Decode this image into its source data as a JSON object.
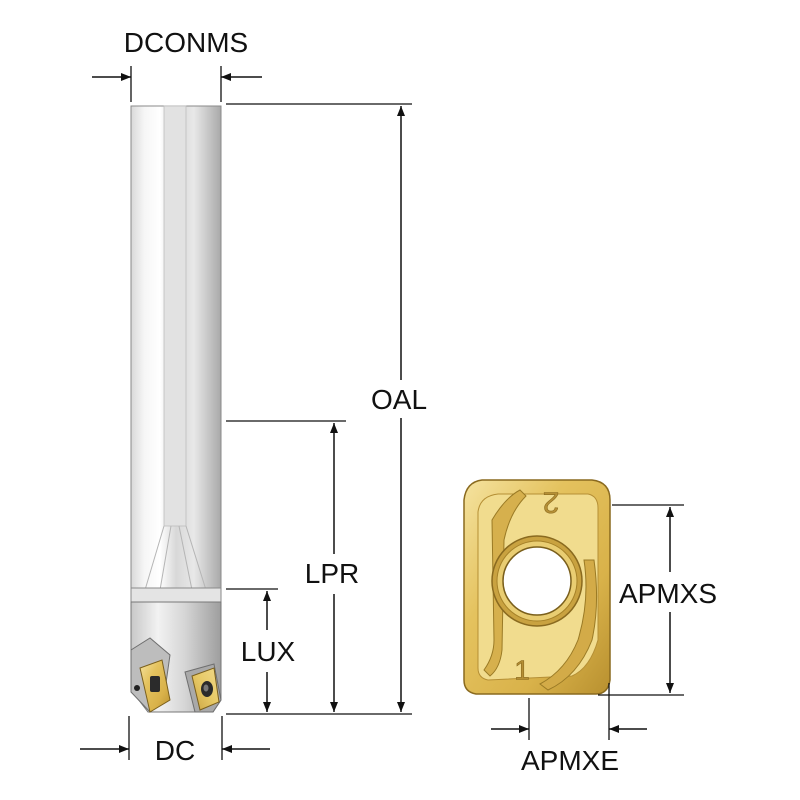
{
  "labels": {
    "dconms": "DCONMS",
    "oal": "OAL",
    "lpr": "LPR",
    "lux": "LUX",
    "dc": "DC",
    "apmxs": "APMXS",
    "apmxe": "APMXE"
  },
  "insert_marks": {
    "top": "2",
    "bottom": "1"
  },
  "colors": {
    "line": "#111111",
    "shank_light": "#f4f4f4",
    "shank_dark": "#b9b9b9",
    "insert_gold": "#e8c96a",
    "insert_dark": "#9a7a25",
    "insert_light": "#f7e7a8"
  }
}
